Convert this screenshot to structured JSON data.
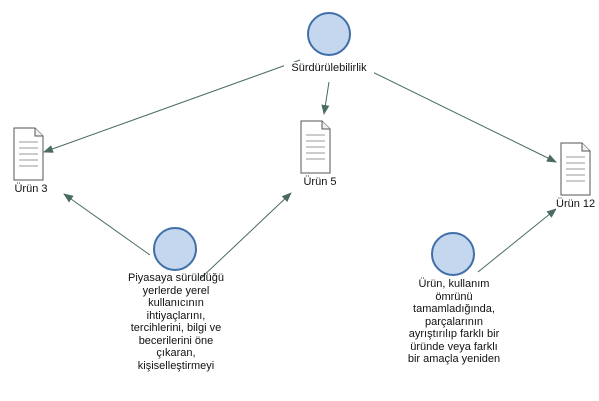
{
  "colors": {
    "node_fill": "#c4d7ef",
    "node_stroke": "#3f6ea8",
    "edge": "#4a6a63",
    "doc_stroke": "#555555",
    "background": "#ffffff"
  },
  "nodes": {
    "sustainability": {
      "label": "Sürdürülebilirlik",
      "shape": "circle"
    },
    "urun3": {
      "label": "Ürün 3",
      "shape": "document"
    },
    "urun5": {
      "label": "Ürün 5",
      "shape": "document"
    },
    "urun12": {
      "label": "Ürün 12",
      "shape": "document"
    },
    "local": {
      "shape": "circle",
      "lines": [
        "Piyasaya sürüldüğü",
        "yerlerde yerel",
        "kullanıcının",
        "ihtiyaçlarını,",
        "tercihlerini, bilgi ve",
        "becerilerini öne",
        "çıkaran,",
        "kişiselleştirmeyi"
      ]
    },
    "lifecycle": {
      "shape": "circle",
      "lines": [
        "Ürün, kullanım",
        "ömrünü",
        "tamamladığında,",
        "parçalarının",
        "ayrıştırılıp farklı bir",
        "üründe veya farklı",
        "bir amaçla yeniden"
      ]
    }
  },
  "edges": [
    {
      "from": "sustainability",
      "to": "urun3"
    },
    {
      "from": "sustainability",
      "to": "urun5"
    },
    {
      "from": "sustainability",
      "to": "urun12"
    },
    {
      "from": "local",
      "to": "urun3"
    },
    {
      "from": "local",
      "to": "urun5"
    },
    {
      "from": "lifecycle",
      "to": "urun12"
    }
  ]
}
